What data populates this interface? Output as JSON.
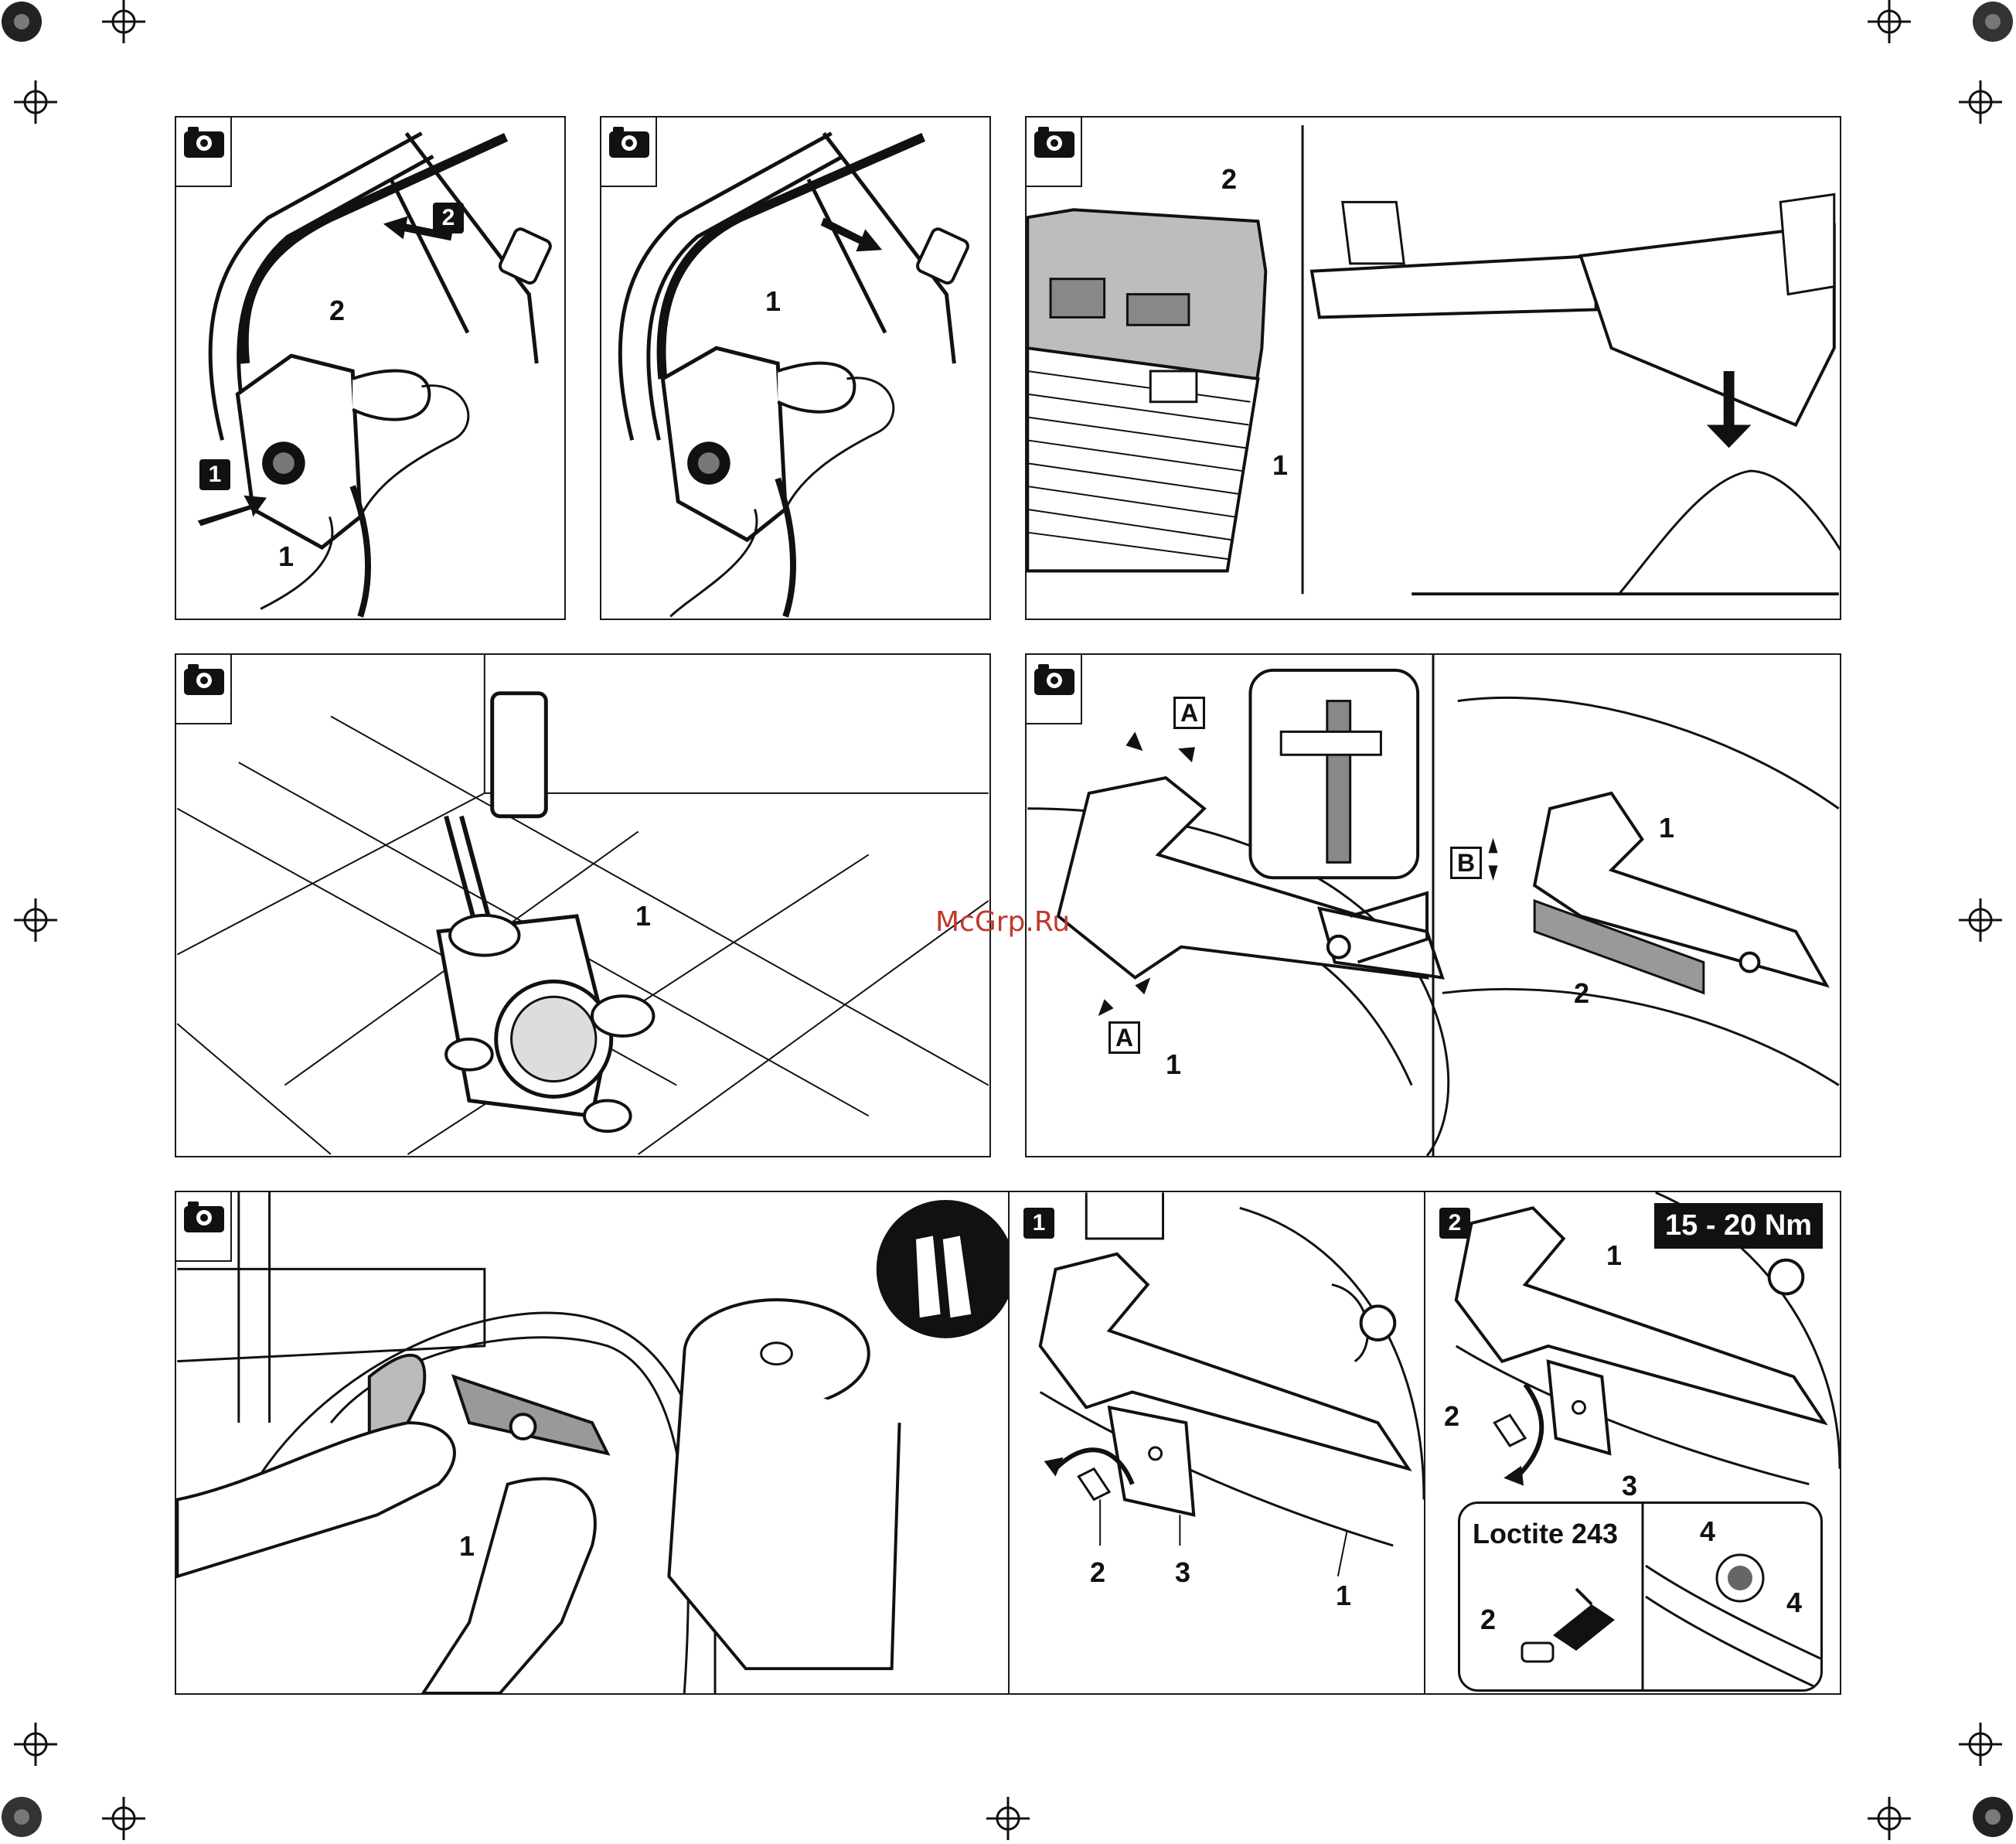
{
  "watermark": "McGrp.Ru",
  "panels": {
    "p1": {
      "labels": {
        "l1": "1",
        "l2": "2"
      },
      "steps": {
        "s1": "1",
        "s2": "2"
      }
    },
    "p2": {
      "labels": {
        "l1": "1"
      }
    },
    "p3": {
      "labels": {
        "l1": "1",
        "l2": "2"
      }
    },
    "p4": {
      "labels": {
        "l1": "1"
      }
    },
    "p5": {
      "labels": {
        "a_top": "A",
        "a_bottom": "A",
        "l1": "1",
        "b": "B",
        "r1": "1",
        "r2": "2"
      }
    },
    "p6": {
      "labels": {
        "l1": "1"
      }
    },
    "p7": {
      "step": "1",
      "labels": {
        "l1": "1",
        "l2": "2",
        "l3": "3"
      }
    },
    "p8": {
      "step": "2",
      "torque": "15 - 20 Nm",
      "labels": {
        "l1": "1",
        "l2": "2",
        "l3": "3"
      },
      "loctite": {
        "title": "Loctite 243",
        "l2": "2",
        "l4a": "4",
        "l4b": "4"
      }
    }
  },
  "icons": {
    "camera": "camera-icon",
    "gloves": "gloves-icon",
    "registration": "registration-mark-icon"
  }
}
